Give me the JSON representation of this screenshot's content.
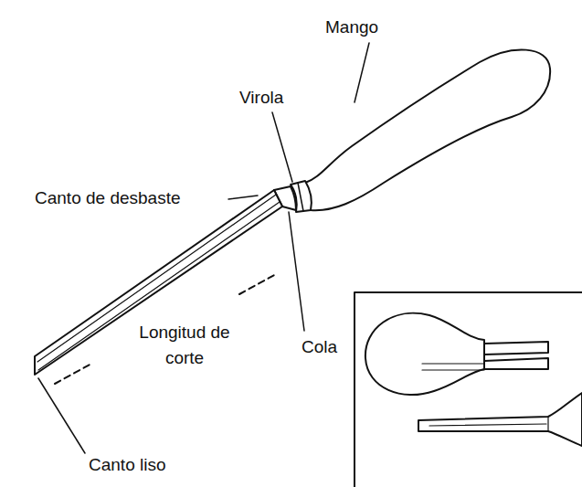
{
  "diagram": {
    "labels": [
      "Mango",
      "Virola",
      "Canto de desbaste",
      "Longitud de corte",
      "Cola",
      "Canto liso"
    ]
  }
}
